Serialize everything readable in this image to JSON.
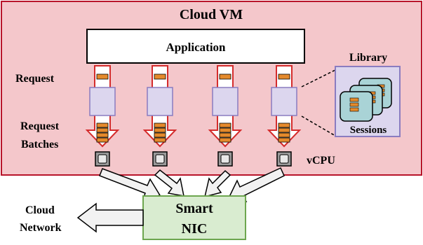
{
  "vm": {
    "title": "Cloud VM"
  },
  "application": {
    "label": "Application"
  },
  "labels": {
    "request": "Request",
    "request_batches_line1": "Request",
    "request_batches_line2": "Batches",
    "vcpu": "vCPU",
    "library": "Library",
    "sessions": "Sessions",
    "cloud_line1": "Cloud",
    "cloud_line2": "Network",
    "smartnic_line1": "Smart",
    "smartnic_line2": "NIC"
  },
  "colors": {
    "vm_fill": "#f4c7cb",
    "vm_border": "#b8142a",
    "arrow_outline": "#d42c2c",
    "request_fill": "#e48a2c",
    "library_fill": "#dcd6ee",
    "library_border": "#8a7cc0",
    "session_fill": "#a9d3d6",
    "smartnic_fill": "#d9ecd0",
    "smartnic_border": "#6da64f"
  },
  "lanes": 4
}
